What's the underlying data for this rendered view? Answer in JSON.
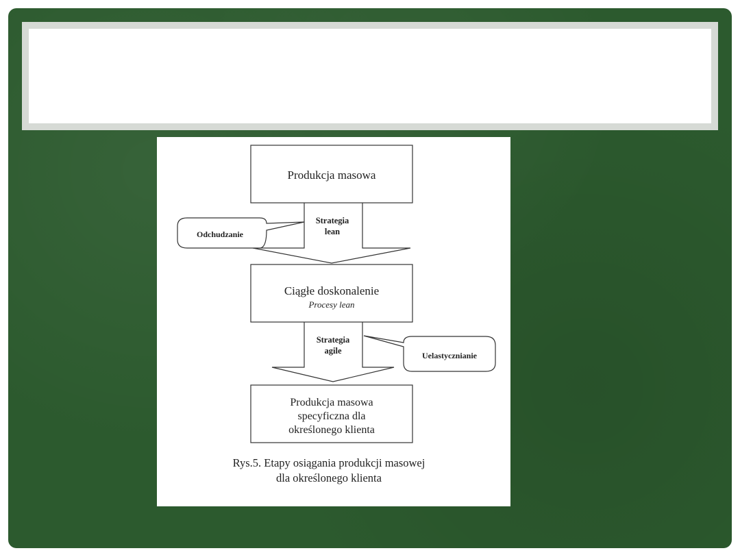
{
  "slide": {
    "title": ""
  },
  "diagram": {
    "box1": "Produkcja masowa",
    "arrow1_label_line1": "Strategia",
    "arrow1_label_line2": "lean",
    "callout1": "Odchudzanie",
    "box2_line1": "Ciągłe doskonalenie",
    "box2_line2": "Procesy lean",
    "arrow2_label_line1": "Strategia",
    "arrow2_label_line2": "agile",
    "callout2": "Uelastycznianie",
    "box3_line1": "Produkcja masowa",
    "box3_line2": "specyficzna dla",
    "box3_line3": "określonego klienta",
    "caption_line1": "Rys.5. Etapy osiągania produkcji masowej",
    "caption_line2": "dla określonego klienta"
  },
  "colors": {
    "slide_background": "#2c5a2e",
    "title_frame": "#d6dad5",
    "figure_background": "#ffffff",
    "line": "#333333"
  }
}
